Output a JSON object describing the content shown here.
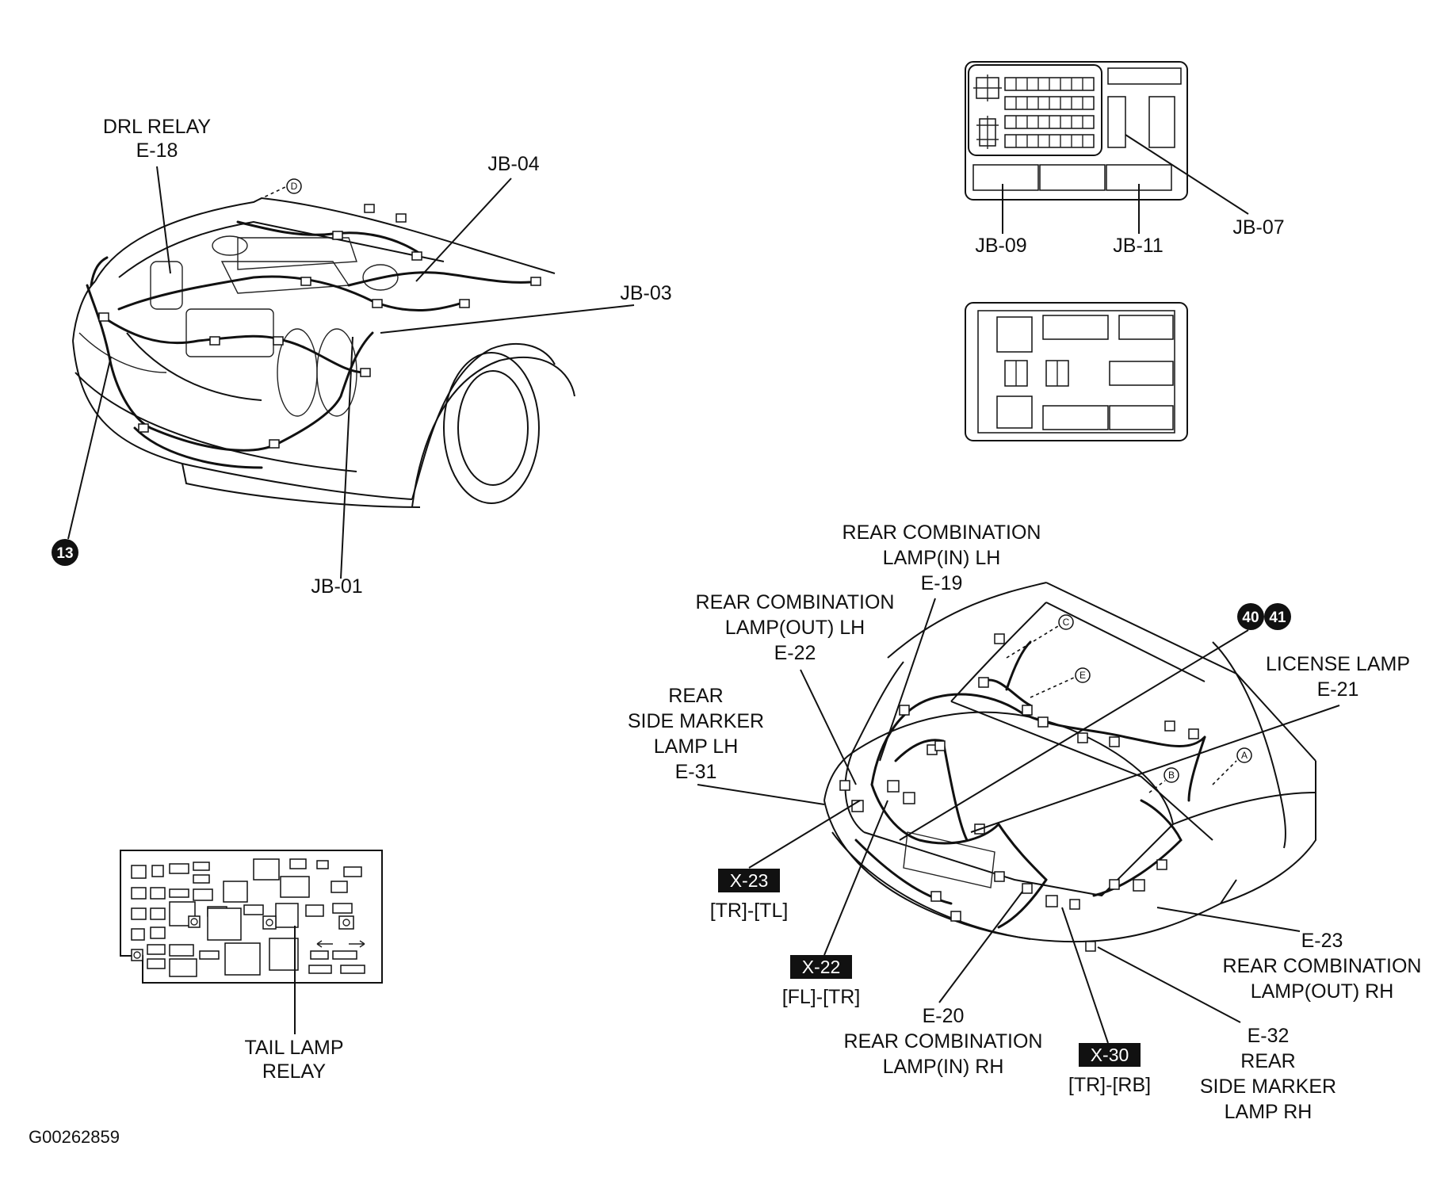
{
  "figure_id": "G00262859",
  "front_view": {
    "drl_relay": {
      "line1": "DRL RELAY",
      "line2": "E-18"
    },
    "jb04": "JB-04",
    "jb03": "JB-03",
    "jb01": "JB-01",
    "ground_13": "13",
    "point_d": "D"
  },
  "fuse_box_top": {
    "jb09": "JB-09",
    "jb11": "JB-11",
    "jb07": "JB-07"
  },
  "tail_lamp_relay": {
    "line1": "TAIL LAMP",
    "line2": "RELAY"
  },
  "rear_view": {
    "e19": {
      "line1": "REAR COMBINATION",
      "line2": "LAMP(IN) LH",
      "line3": "E-19"
    },
    "e22": {
      "line1": "REAR COMBINATION",
      "line2": "LAMP(OUT) LH",
      "line3": "E-22"
    },
    "e31": {
      "line1": "REAR",
      "line2": "SIDE MARKER",
      "line3": "LAMP LH",
      "line4": "E-31"
    },
    "ground_40": "40",
    "ground_41": "41",
    "e21": {
      "line1": "LICENSE LAMP",
      "line2": "E-21"
    },
    "x23": {
      "tag": "X-23",
      "sub": "[TR]-[TL]"
    },
    "x22": {
      "tag": "X-22",
      "sub": "[FL]-[TR]"
    },
    "x30": {
      "tag": "X-30",
      "sub": "[TR]-[RB]"
    },
    "e20": {
      "line1": "E-20",
      "line2": "REAR COMBINATION",
      "line3": "LAMP(IN) RH"
    },
    "e23": {
      "line1": "E-23",
      "line2": "REAR COMBINATION",
      "line3": "LAMP(OUT) RH"
    },
    "e32": {
      "line1": "E-32",
      "line2": "REAR",
      "line3": "SIDE MARKER",
      "line4": "LAMP RH"
    },
    "point_a": "A",
    "point_b": "B",
    "point_c": "C",
    "point_e": "E"
  }
}
